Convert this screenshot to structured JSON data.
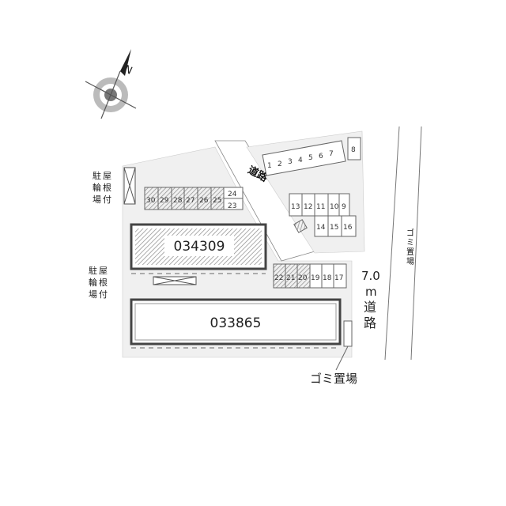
{
  "compass": {
    "north_label": "N",
    "icon": "compass-rose-icon"
  },
  "buildings": [
    {
      "id": "034309",
      "style": "hatched"
    },
    {
      "id": "033865",
      "style": "plain"
    }
  ],
  "roads": {
    "upper_road": "道路",
    "right_road_width": "7.0",
    "right_road_unit": "m",
    "right_road_label": "道路"
  },
  "bike_parking": {
    "upper": [
      "駐",
      "屋",
      "輪",
      "根",
      "場",
      "付"
    ],
    "lower": [
      "駐",
      "屋",
      "輪",
      "根",
      "場",
      "付"
    ]
  },
  "garbage": {
    "bottom_label": "ゴミ置場",
    "right_label": "ゴミ置場"
  },
  "parking_rows": {
    "left_row": [
      "30",
      "29",
      "28",
      "27",
      "26",
      "25"
    ],
    "left_stack": [
      "24",
      "23"
    ],
    "top_row": [
      "1",
      "2",
      "3",
      "4",
      "5",
      "6",
      "7",
      "8"
    ],
    "mid_row": [
      "13",
      "12",
      "11",
      "10",
      "9"
    ],
    "mid_row2": [
      "14",
      "15",
      "16"
    ],
    "bottom_row_hatched": [
      "22",
      "21",
      "20"
    ],
    "bottom_row_plain": [
      "19",
      "18",
      "17"
    ]
  },
  "colors": {
    "lot": "#efefef",
    "background": "#ffffff",
    "wall": "#555555",
    "hatch": "#999999"
  }
}
